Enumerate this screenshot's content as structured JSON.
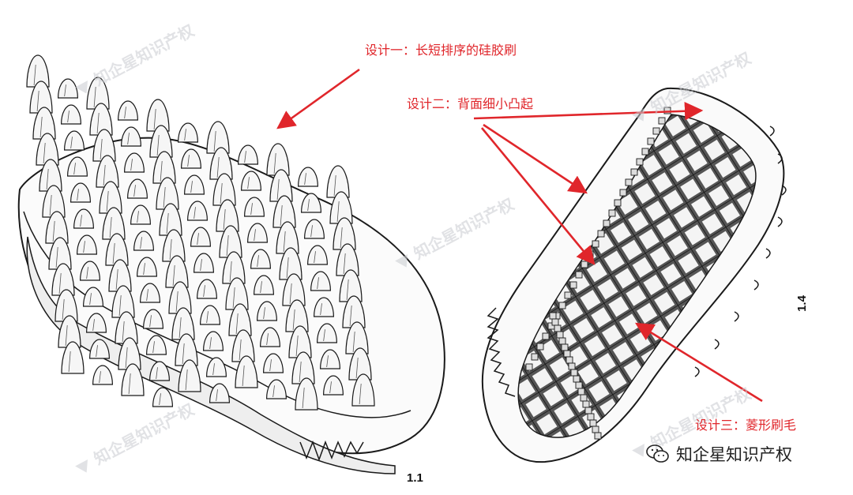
{
  "labels": {
    "design1": "设计一：长短排序的硅胶刷",
    "design2": "设计二：背面细小凸起",
    "design3": "设计三：菱形刷毛"
  },
  "figures": {
    "left": "1.1",
    "right": "1.4"
  },
  "watermark": {
    "text": "知企星知识产权",
    "icon": "zhiqixing-logo-icon"
  },
  "badge": {
    "icon": "wechat-icon",
    "text": "知企星知识产权"
  },
  "colors": {
    "annotation": "#e0262b",
    "watermark": "#c9ccd1",
    "line_art": "#1a1a1a"
  }
}
